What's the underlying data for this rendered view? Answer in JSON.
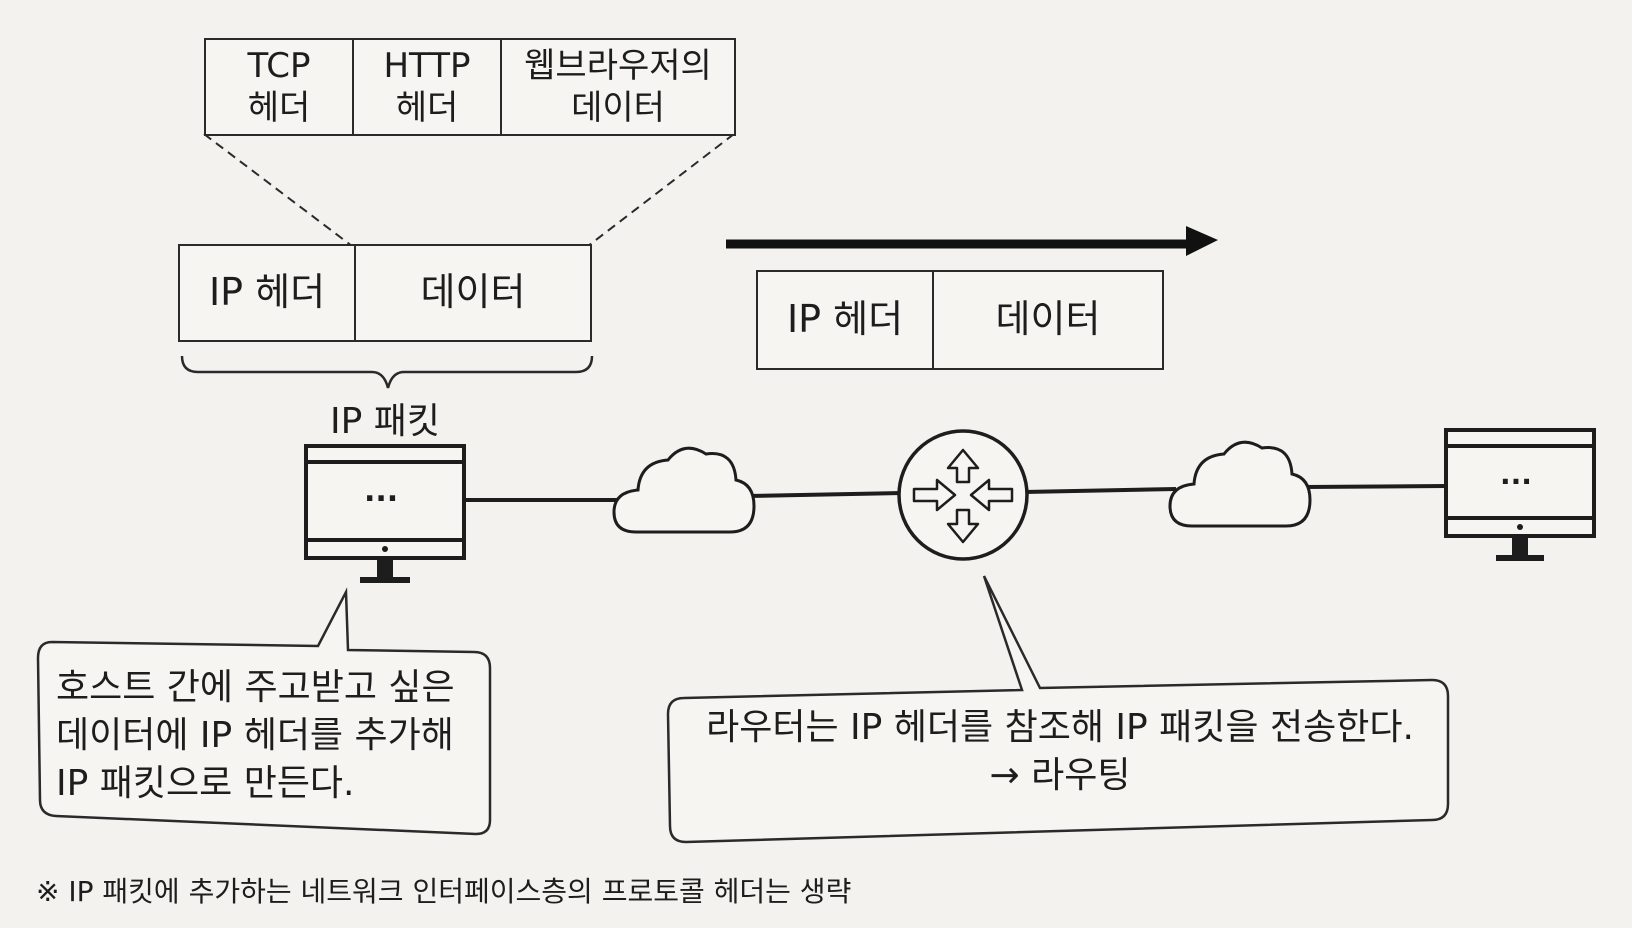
{
  "segment": {
    "tcp": "TCP\n헤더",
    "http": "HTTP\n헤더",
    "browser_data": "웹브라우저의\n데이터"
  },
  "packet_left": {
    "header": "IP 헤더",
    "data": "데이터"
  },
  "packet_right": {
    "header": "IP 헤더",
    "data": "데이터"
  },
  "packet_caption": "IP 패킷",
  "host_screen_dots": "...",
  "remote_screen_dots": "...",
  "callouts": {
    "host": "호스트 간에 주고받고 싶은\n데이터에 IP 헤더를 추가해\nIP 패킷으로 만든다.",
    "router": "라우터는 IP 헤더를 참조해 IP 패킷을 전송한다.\n→ 라우팅"
  },
  "footnote": "※ IP 패킷에 추가하는 네트워크 인터페이스층의 프로토콜 헤더는 생략"
}
